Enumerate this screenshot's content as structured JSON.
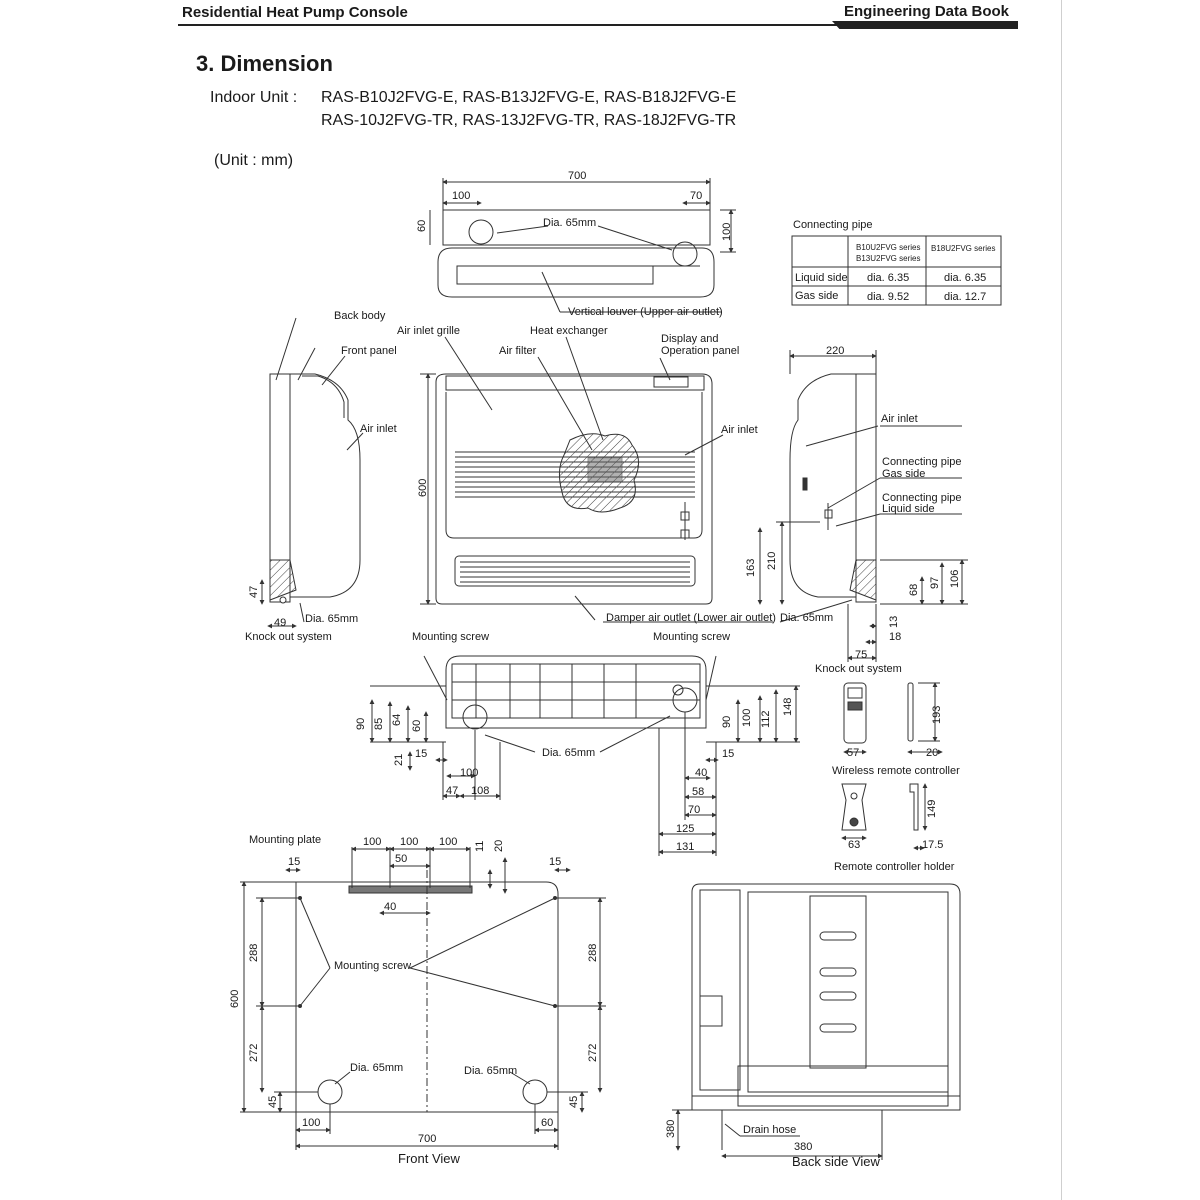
{
  "header": {
    "left_title": "Residential Heat Pump Console",
    "right_title": "Engineering Data Book"
  },
  "section": {
    "title": "3. Dimension",
    "indoor_unit_label": "Indoor Unit :",
    "models_line1": "RAS-B10J2FVG-E, RAS-B13J2FVG-E, RAS-B18J2FVG-E",
    "models_line2": "RAS-10J2FVG-TR, RAS-13J2FVG-TR, RAS-18J2FVG-TR",
    "unit_note": "(Unit : mm)"
  },
  "connecting_pipe": {
    "title": "Connecting pipe",
    "col1_line1": "B10U2FVG series",
    "col1_line2": "B13U2FVG series",
    "col2": "B18U2FVG series",
    "rows": [
      {
        "label": "Liquid side",
        "v1": "dia. 6.35",
        "v2": "dia. 6.35"
      },
      {
        "label": "Gas side",
        "v1": "dia. 9.52",
        "v2": "dia. 12.7"
      }
    ]
  },
  "top_view": {
    "dim_700": "700",
    "dim_100": "100",
    "dim_70": "70",
    "dim_60": "60",
    "dim_100r": "100",
    "dia": "Dia. 65mm",
    "louver": "Vertical louver (Upper air outlet)"
  },
  "front_elevation": {
    "back_body": "Back body",
    "front_panel": "Front panel",
    "air_inlet_grille": "Air inlet grille",
    "heat_exchanger": "Heat exchanger",
    "air_filter": "Air filter",
    "display_line1": "Display and",
    "display_line2": "Operation panel",
    "air_inlet_left": "Air inlet",
    "air_inlet_center": "Air inlet",
    "air_inlet_right": "Air inlet",
    "dim_600": "600",
    "dim_47": "47",
    "dim_49": "49",
    "dia_left": "Dia. 65mm",
    "knock_left": "Knock out system",
    "damper": "Damper air outlet (Lower air outlet)",
    "dia_right": "Dia. 65mm",
    "dim_220": "220",
    "conn_gas1": "Connecting pipe",
    "conn_gas2": "Gas side",
    "conn_liq1": "Connecting pipe",
    "conn_liq2": "Liquid side",
    "dim_163": "163",
    "dim_210": "210",
    "dim_68": "68",
    "dim_97": "97",
    "dim_106": "106",
    "dim_13": "13",
    "dim_18": "18",
    "dim_75": "75",
    "knock_right": "Knock out system"
  },
  "bottom_view": {
    "mount_screw_left": "Mounting screw",
    "mount_screw_right": "Mounting screw",
    "dim_90": "90",
    "dim_85": "85",
    "dim_64": "64",
    "dim_60": "60",
    "dim_21": "21",
    "dim_15l": "15",
    "dim_100": "100",
    "dim_47": "47",
    "dim_108": "108",
    "dia": "Dia. 65mm",
    "dim_90r": "90",
    "dim_100r": "100",
    "dim_112": "112",
    "dim_148": "148",
    "dim_15r": "15",
    "dim_40": "40",
    "dim_58": "58",
    "dim_70": "70",
    "dim_125": "125",
    "dim_131": "131"
  },
  "remote": {
    "dim_193": "193",
    "dim_57": "57",
    "dim_20": "20",
    "wireless": "Wireless remote controller",
    "dim_149": "149",
    "dim_63": "63",
    "dim_17_5": "17.5",
    "holder": "Remote controller holder"
  },
  "front_view": {
    "mounting_plate": "Mounting plate",
    "d100a": "100",
    "d100b": "100",
    "d100c": "100",
    "d50": "50",
    "d11": "11",
    "d20": "20",
    "d15l": "15",
    "d15r": "15",
    "d40": "40",
    "mounting_screw": "Mounting screw",
    "d600": "600",
    "d288l": "288",
    "d272l": "272",
    "d45l": "45",
    "d288r": "288",
    "d272r": "272",
    "d45r": "45",
    "dia_l": "Dia. 65mm",
    "dia_r": "Dia. 65mm",
    "d100": "100",
    "d60": "60",
    "d700": "700",
    "caption": "Front View"
  },
  "back_view": {
    "drain_hose": "Drain hose",
    "d380v": "380",
    "d380h": "380",
    "caption": "Back side View"
  }
}
